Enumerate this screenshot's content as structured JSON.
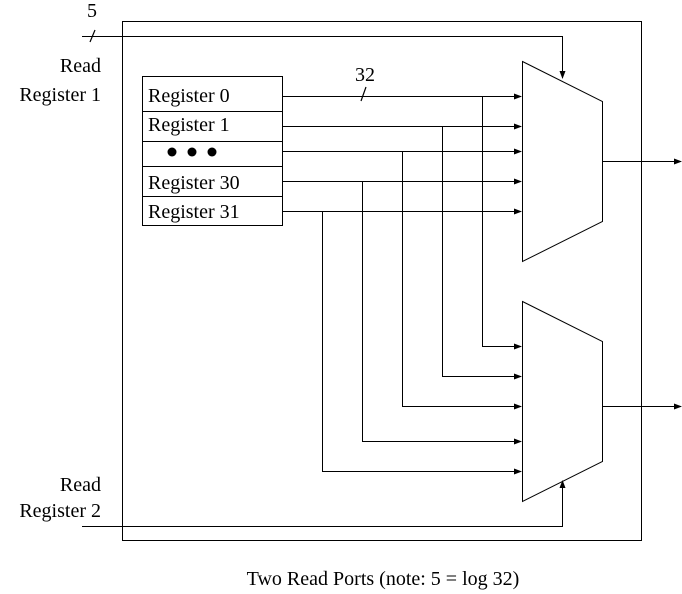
{
  "diagram": {
    "caption": "Two Read Ports (note: 5 = log 32)",
    "inputs": {
      "read_register_1": {
        "line1": "Read",
        "line2": "Register 1",
        "bus_width": "5"
      },
      "read_register_2": {
        "line1": "Read",
        "line2": "Register 2"
      }
    },
    "data_bus_width": "32",
    "registers": [
      {
        "label": "Register 0"
      },
      {
        "label": "Register 1"
      },
      {
        "label": "• • •",
        "ellipsis": true
      },
      {
        "label": "Register 30"
      },
      {
        "label": "Register 31"
      }
    ],
    "multiplexers": [
      {
        "name": "mux-read-port-1",
        "inputs": 5
      },
      {
        "name": "mux-read-port-2",
        "inputs": 5
      }
    ],
    "colors": {
      "stroke": "#000000",
      "background": "#ffffff"
    }
  }
}
